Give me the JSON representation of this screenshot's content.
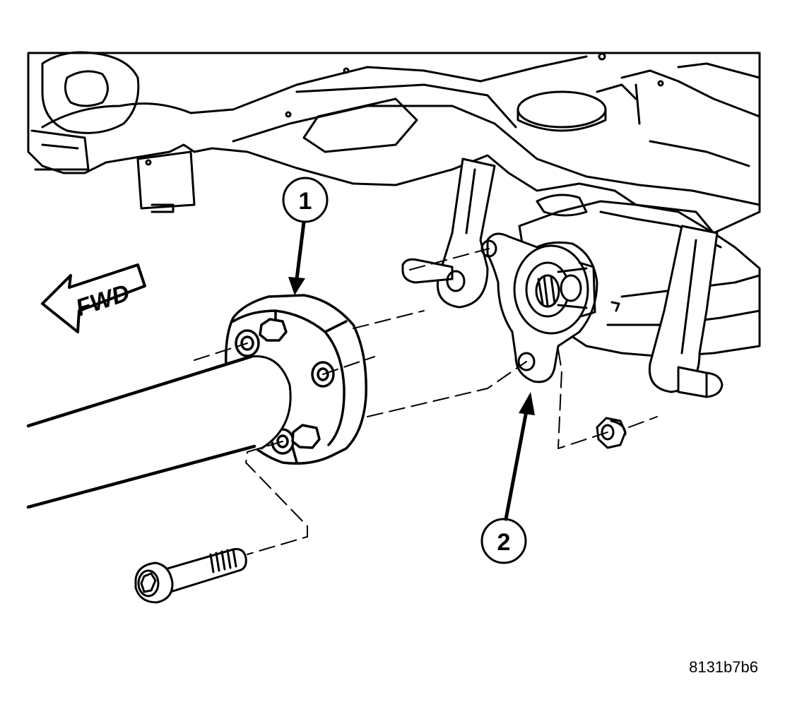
{
  "callouts": [
    {
      "number": "1"
    },
    {
      "number": "2"
    }
  ],
  "direction_arrow": {
    "label": "FWD"
  },
  "figure_id": "8131b7b6"
}
